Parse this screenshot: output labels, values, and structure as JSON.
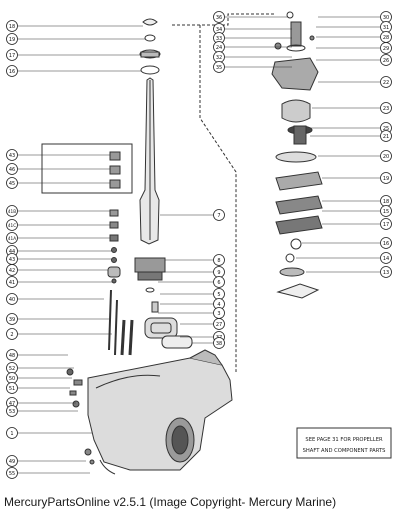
{
  "diagram": {
    "note_lines": [
      "SEE PAGE 31 FOR PROPELLER",
      "SHAFT AND COMPONENT PARTS"
    ],
    "left_callouts": [
      "18",
      "19",
      "17",
      "16",
      "43",
      "46",
      "45",
      "41B",
      "41C",
      "41A",
      "44",
      "43",
      "42",
      "41",
      "40",
      "39",
      "2",
      "48",
      "52",
      "50",
      "51",
      "47",
      "53",
      "1",
      "49",
      "55"
    ],
    "center_callouts": [
      "7",
      "8",
      "9",
      "6",
      "5",
      "4",
      "3",
      "27",
      "37",
      "38"
    ],
    "right_callouts": [
      "36",
      "34",
      "33",
      "24",
      "32",
      "35",
      "30",
      "31",
      "28",
      "29",
      "26",
      "22",
      "23",
      "25",
      "21",
      "20",
      "19",
      "18",
      "15",
      "17",
      "16",
      "14",
      "13"
    ]
  },
  "footer_text": "MercuryPartsOnline v2.5.1 (Image Copyright- Mercury Marine)"
}
